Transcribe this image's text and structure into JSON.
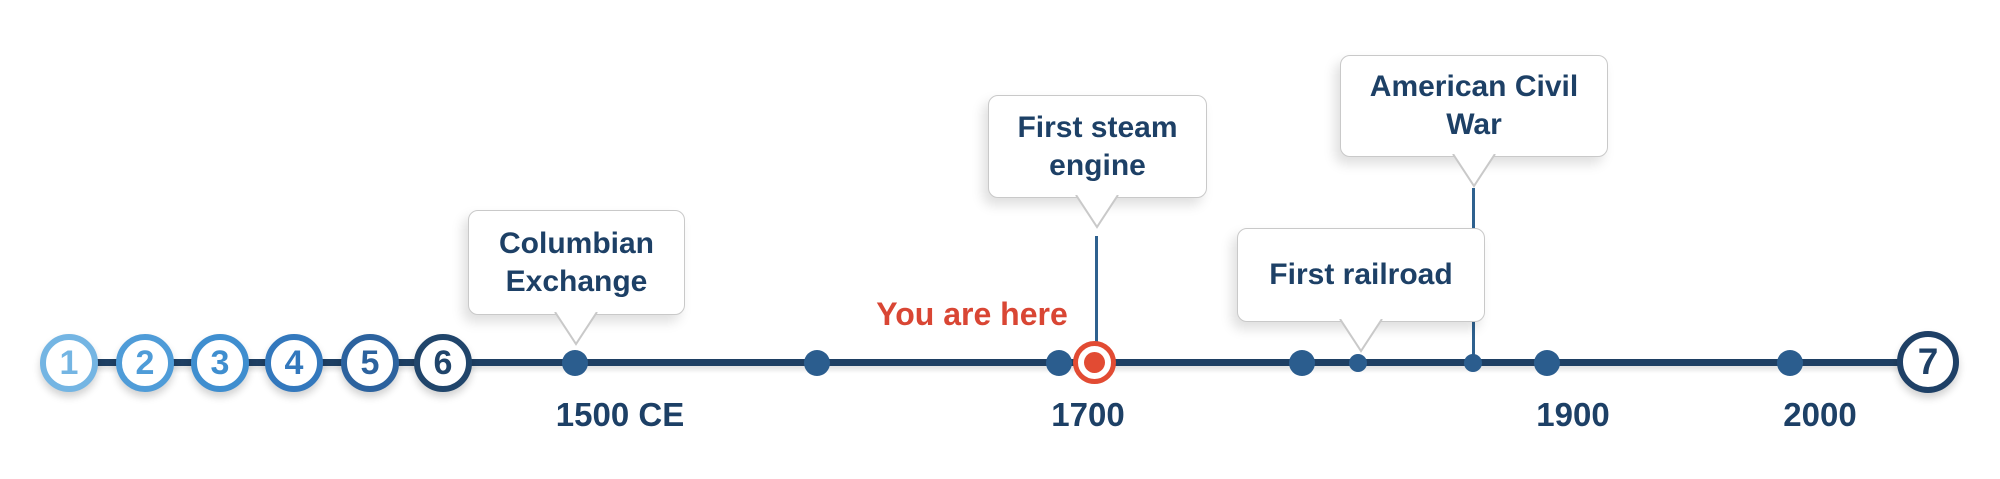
{
  "colors": {
    "line_navy": "#1e3f63",
    "dot_blue": "#2b5d8e",
    "connector_blue": "#2e618f",
    "marker_red": "#e24b33",
    "you_are_here_red": "#d94634",
    "text_navy": "#1d4066",
    "callout_border": "#c9c9c9"
  },
  "steps": [
    {
      "label": "1",
      "color": "#74b5e3"
    },
    {
      "label": "2",
      "color": "#4f9cd8"
    },
    {
      "label": "3",
      "color": "#3f8ecf"
    },
    {
      "label": "4",
      "color": "#3378bd"
    },
    {
      "label": "5",
      "color": "#2c629e"
    },
    {
      "label": "6",
      "color": "#20456b"
    },
    {
      "label": "7",
      "color": "#1e4066"
    }
  ],
  "marker": {
    "label": "You are here"
  },
  "events": [
    {
      "label": "Columbian Exchange"
    },
    {
      "label": "First steam engine"
    },
    {
      "label": "American Civil War"
    },
    {
      "label": "First railroad"
    }
  ],
  "year_labels": [
    {
      "label": "1500 CE"
    },
    {
      "label": "1700"
    },
    {
      "label": "1900"
    },
    {
      "label": "2000"
    }
  ]
}
